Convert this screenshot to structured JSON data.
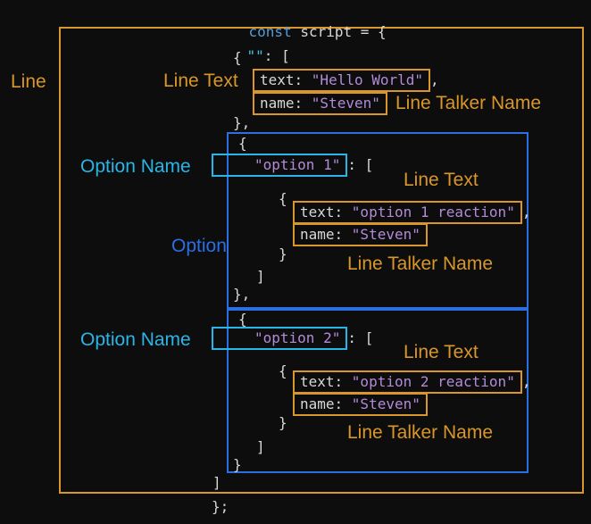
{
  "header": {
    "keyword": "const",
    "rest": " script = {"
  },
  "root": {
    "key": "\"\"",
    "colon_bracket": ": ["
  },
  "punct": {
    "open_brace": "{",
    "close_brace": "}",
    "close_brace_comma": "},",
    "close_bracket": "]",
    "footer": "};"
  },
  "line_block": {
    "text_key": "text: ",
    "text_value": "\"Hello World\"",
    "comma": ",",
    "name_key": "name: ",
    "name_value": "\"Steven\""
  },
  "option1": {
    "name": "\"option 1\"",
    "colon_bracket": ": [",
    "text_key": "text: ",
    "text_value": "\"option 1 reaction\"",
    "comma": ",",
    "name_key": "name: ",
    "name_value": "\"Steven\""
  },
  "option2": {
    "name": "\"option 2\"",
    "colon_bracket": ": [",
    "text_key": "text: ",
    "text_value": "\"option 2 reaction\"",
    "comma": ",",
    "name_key": "name: ",
    "name_value": "\"Steven\""
  },
  "labels": {
    "line": "Line",
    "line_text": "Line Text",
    "line_talker_name": "Line Talker Name",
    "option_name": "Option Name",
    "option": "Option"
  },
  "colors": {
    "background": "#0d0d0d",
    "annotation_orange": "#d9962b",
    "annotation_cyan": "#29b5e8",
    "annotation_blue": "#2b6fe3",
    "code_default": "#d8d8d8",
    "code_keyword": "#569cd6",
    "code_string_purple": "#b38bd8",
    "code_string_teal": "#45c5d5"
  }
}
